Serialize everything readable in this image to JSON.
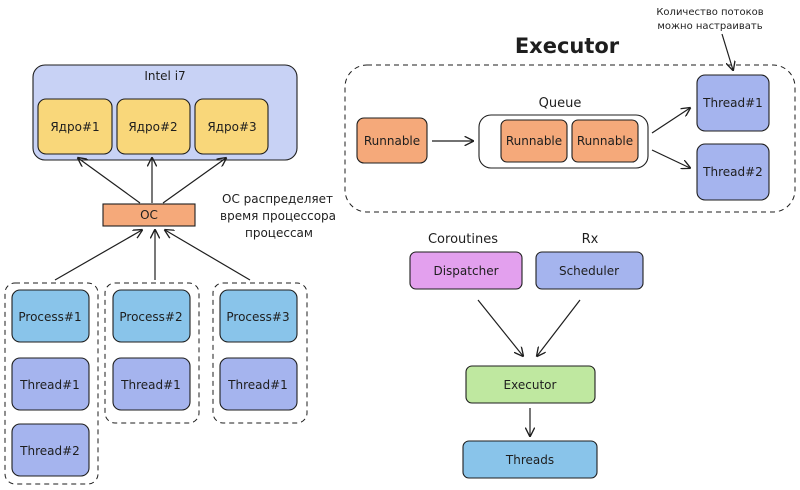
{
  "colors": {
    "blue": "#a5b4ee",
    "yellow": "#f9d77a",
    "orange": "#f5a97a",
    "purple": "#e3a0ee",
    "green": "#bfe8a0",
    "sky": "#89c4ea",
    "light_blue": "#c8d2f5"
  },
  "left": {
    "cpu_label": "Intel i7",
    "cores": [
      "Ядро#1",
      "Ядро#2",
      "Ядро#3"
    ],
    "os_label": "ОС",
    "os_note": [
      "ОС распределяет",
      "время процессора",
      "процессам"
    ],
    "processes": [
      {
        "name": "Process#1",
        "threads": [
          "Thread#1",
          "Thread#2"
        ]
      },
      {
        "name": "Process#2",
        "threads": [
          "Thread#1"
        ]
      },
      {
        "name": "Process#3",
        "threads": [
          "Thread#1"
        ]
      }
    ]
  },
  "executor_panel": {
    "title": "Executor",
    "note": [
      "Количество потоков",
      "можно настраивать"
    ],
    "runnable": "Runnable",
    "queue_label": "Queue",
    "queue_items": [
      "Runnable",
      "Runnable"
    ],
    "threads": [
      "Thread#1",
      "Thread#2"
    ]
  },
  "flow": {
    "coroutines_label": "Coroutines",
    "rx_label": "Rx",
    "dispatcher": "Dispatcher",
    "scheduler": "Scheduler",
    "executor": "Executor",
    "threads": "Threads"
  }
}
